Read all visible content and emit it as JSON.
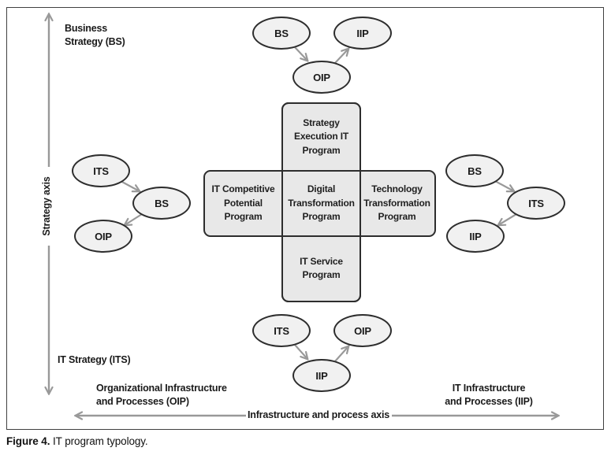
{
  "figure": {
    "caption_label": "Figure 4.",
    "caption_text": "IT program typology."
  },
  "axes": {
    "strategy_axis_label": "Strategy axis",
    "infrastructure_axis_label": "Infrastructure and process axis",
    "business_strategy_label": "Business\nStrategy (BS)",
    "it_strategy_label": "IT Strategy (ITS)",
    "oip_axis_label": "Organizational Infrastructure\nand Processes (OIP)",
    "iip_axis_label": "IT Infrastructure\nand Processes (IIP)"
  },
  "programs": {
    "strategy_execution": "Strategy\nExecution IT\nProgram",
    "it_competitive": "IT Competitive\nPotential\nProgram",
    "digital_transformation": "Digital\nTransformation\nProgram",
    "technology_transformation": "Technology\nTransformation\nProgram",
    "it_service": "IT Service\nProgram"
  },
  "clusters": {
    "top": {
      "nodes": [
        "BS",
        "OIP",
        "IIP"
      ],
      "flow": "BS → OIP → IIP"
    },
    "left": {
      "nodes": [
        "ITS",
        "BS",
        "OIP"
      ],
      "flow": "ITS → BS → OIP"
    },
    "right": {
      "nodes": [
        "BS",
        "ITS",
        "IIP"
      ],
      "flow": "BS → ITS → IIP"
    },
    "bottom": {
      "nodes": [
        "ITS",
        "IIP",
        "OIP"
      ],
      "flow": "ITS → IIP → OIP"
    }
  },
  "colors": {
    "box_fill": "#e8e8e8",
    "box_border": "#2d2d2d",
    "ellipse_fill": "#f1f1f1",
    "arrow": "#999999",
    "text": "#1a1a1a"
  }
}
